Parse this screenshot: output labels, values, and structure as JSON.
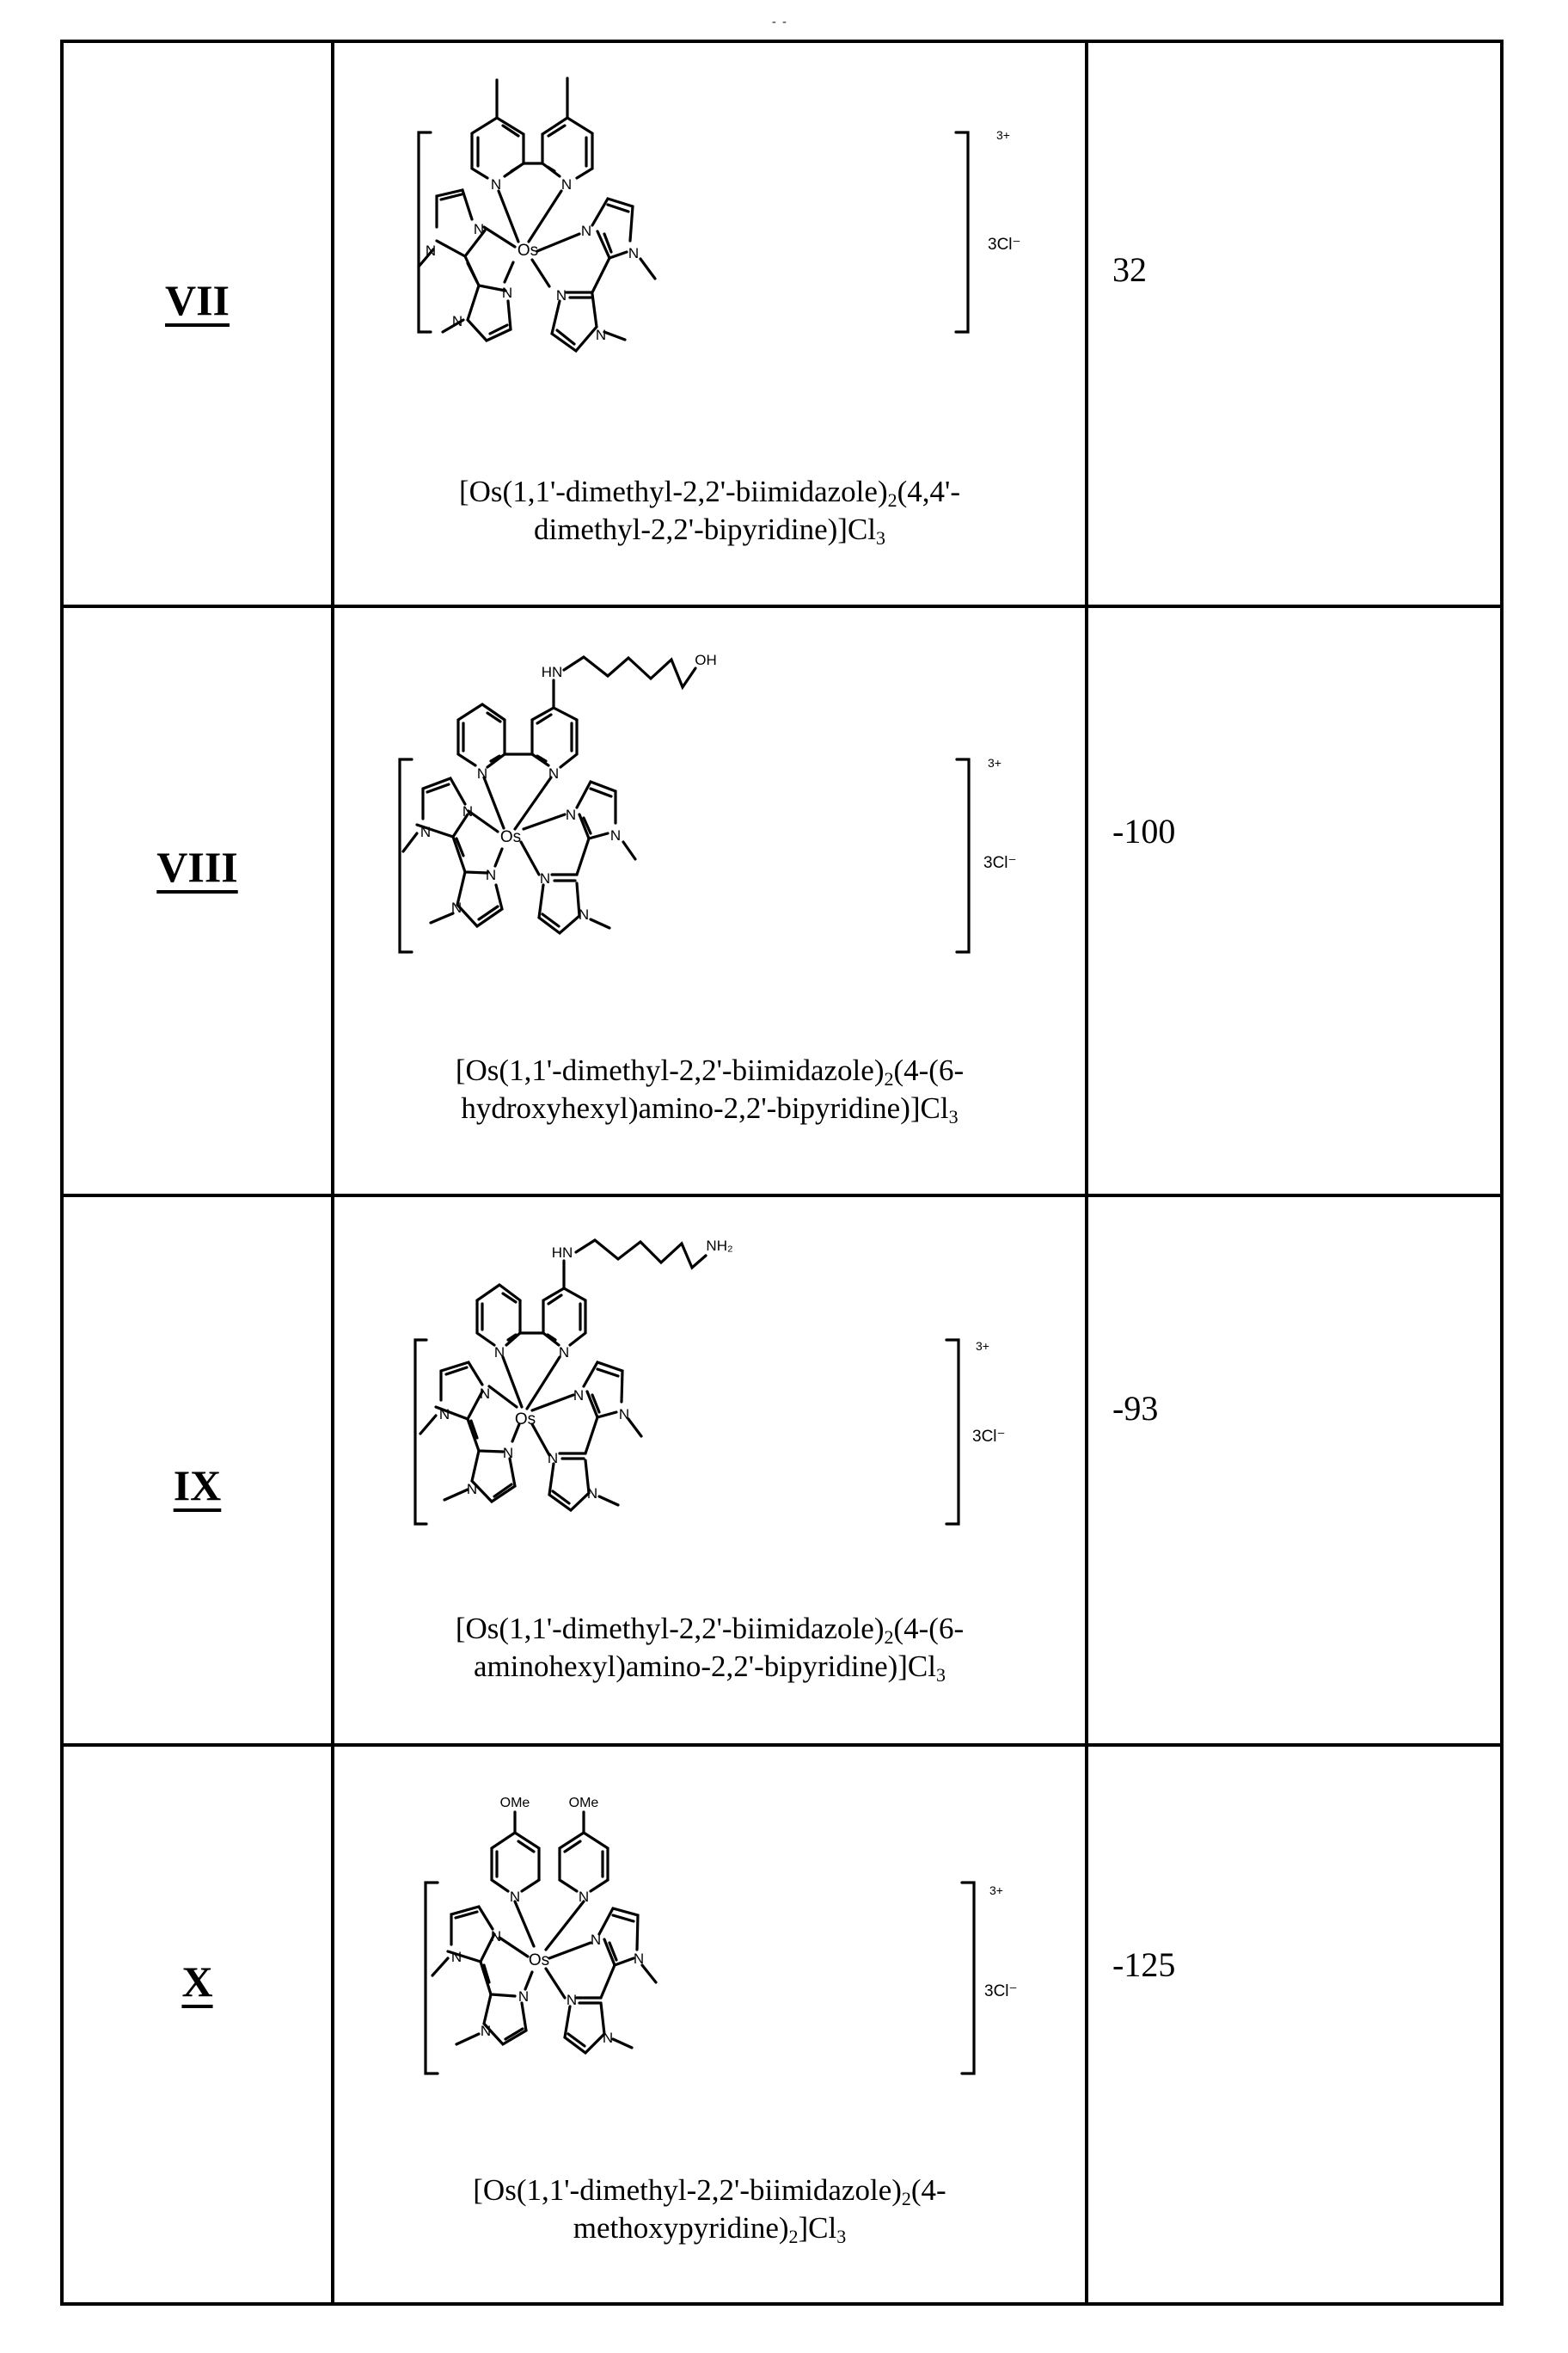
{
  "page": {
    "mark": "- -"
  },
  "table": {
    "rows": [
      {
        "id": "VII",
        "value": "32",
        "name_line1": "[Os(1,1'-dimethyl-2,2'-biimidazole)",
        "name_line1_sub": "2",
        "name_line1_tail": "(4,4'-",
        "name_line2": "dimethyl-2,2'-bipyridine)]Cl",
        "name_line2_sub": "3",
        "charge": "3+",
        "counterion": "3Cl⁻",
        "ligand_top": "4,4'-dimethyl-2,2'-bipyridine",
        "metal": "Os"
      },
      {
        "id": "VIII",
        "value": "-100",
        "name_line1": "[Os(1,1'-dimethyl-2,2'-biimidazole)",
        "name_line1_sub": "2",
        "name_line1_tail": "(4-(6-",
        "name_line2": "hydroxyhexyl)amino-2,2'-bipyridine)]Cl",
        "name_line2_sub": "3",
        "charge": "3+",
        "counterion": "3Cl⁻",
        "substituent_head": "HN",
        "substituent_tail": "OH",
        "metal": "Os"
      },
      {
        "id": "IX",
        "value": "-93",
        "name_line1": "[Os(1,1'-dimethyl-2,2'-biimidazole)",
        "name_line1_sub": "2",
        "name_line1_tail": "(4-(6-",
        "name_line2": "aminohexyl)amino-2,2'-bipyridine)]Cl",
        "name_line2_sub": "3",
        "charge": "3+",
        "counterion": "3Cl⁻",
        "substituent_head": "HN",
        "substituent_tail": "NH₂",
        "metal": "Os"
      },
      {
        "id": "X",
        "value": "-125",
        "name_line1": "[Os(1,1'-dimethyl-2,2'-biimidazole)",
        "name_line1_sub": "2",
        "name_line1_tail": "(4-",
        "name_line2": "methoxypyridine)",
        "name_line2_mid_sub": "2",
        "name_line2_tail": "]Cl",
        "name_line2_sub": "3",
        "charge": "3+",
        "counterion": "3Cl⁻",
        "substituent_left": "OMe",
        "substituent_right": "OMe",
        "metal": "Os"
      }
    ]
  },
  "atoms": {
    "N": "N"
  }
}
